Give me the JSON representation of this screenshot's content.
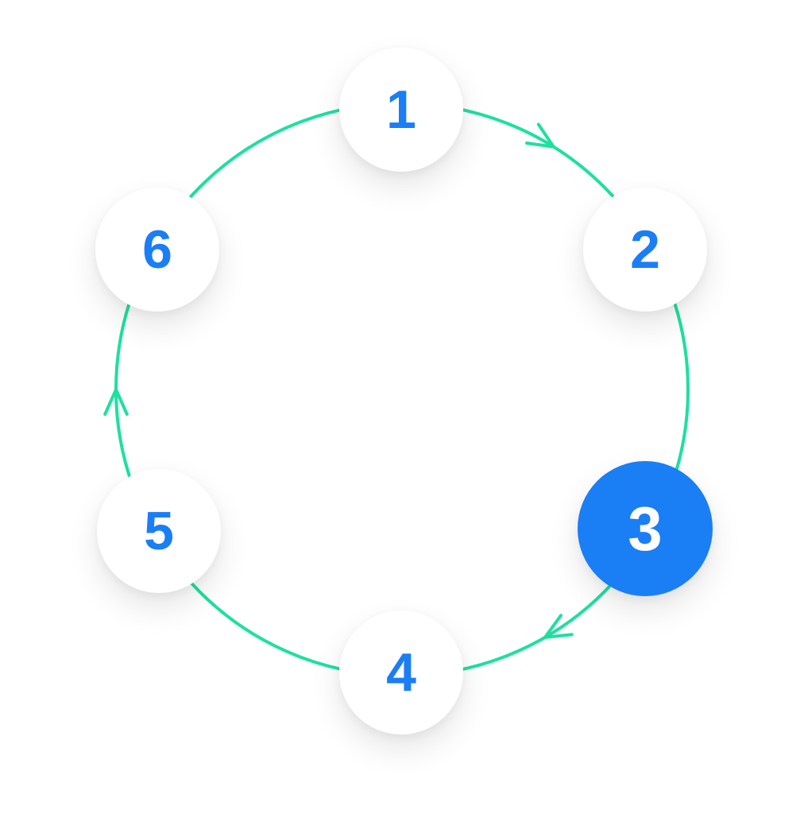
{
  "colors": {
    "ring": "#1de0a0",
    "number": "#1a7ef5",
    "active_fill": "#1a7ef5",
    "active_number": "#ffffff",
    "node_fill": "#ffffff"
  },
  "steps": [
    {
      "label": "1",
      "active": false
    },
    {
      "label": "2",
      "active": false
    },
    {
      "label": "3",
      "active": true
    },
    {
      "label": "4",
      "active": false
    },
    {
      "label": "5",
      "active": false
    },
    {
      "label": "6",
      "active": false
    }
  ],
  "arrows": [
    {
      "name": "arrow-1-to-2-icon",
      "between": [
        "1",
        "2"
      ],
      "direction": "clockwise"
    },
    {
      "name": "arrow-3-to-4-icon",
      "between": [
        "3",
        "4"
      ],
      "direction": "clockwise"
    },
    {
      "name": "arrow-5-to-6-icon",
      "between": [
        "5",
        "6"
      ],
      "direction": "clockwise"
    }
  ]
}
